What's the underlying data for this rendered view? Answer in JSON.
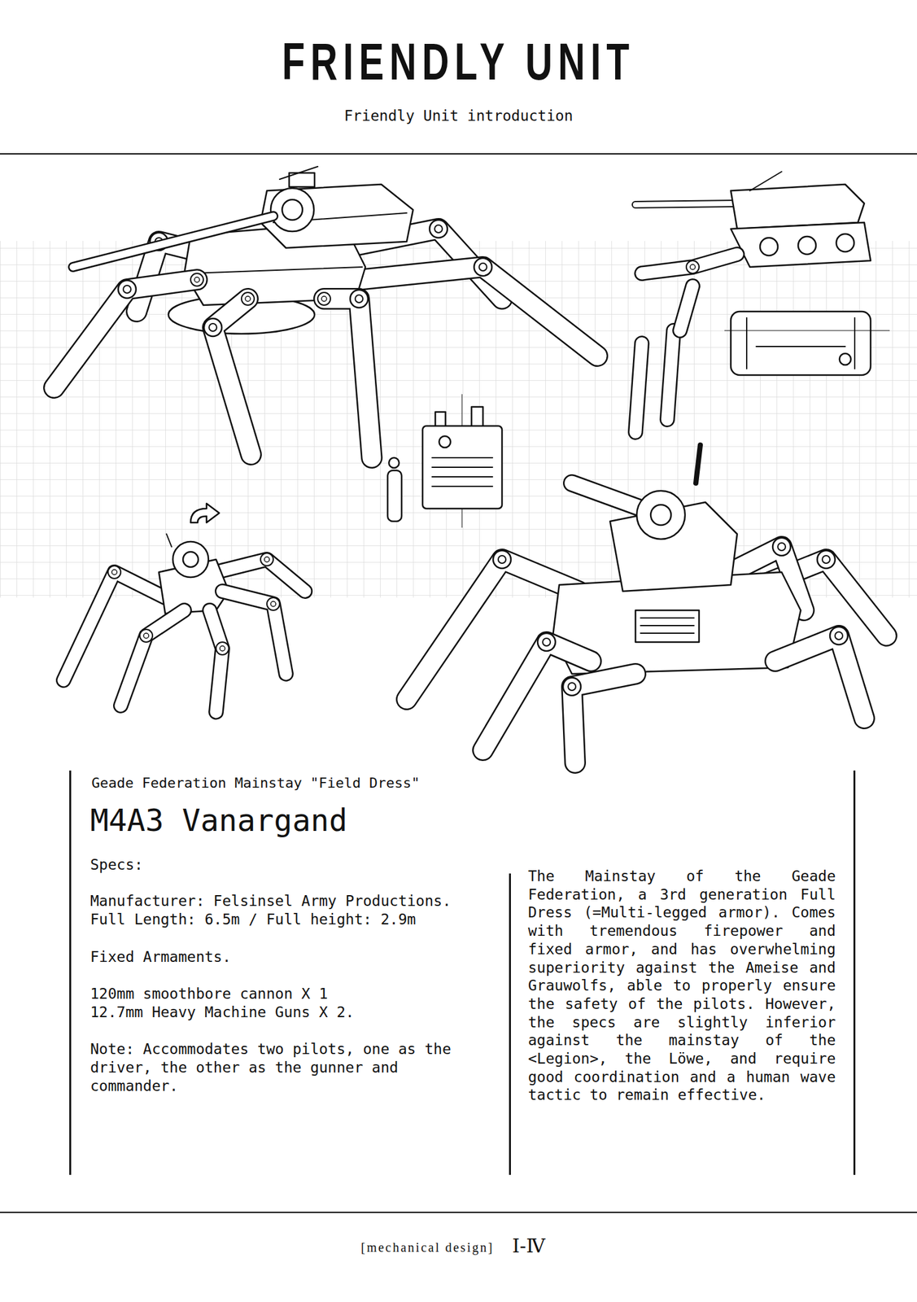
{
  "diagram": {
    "title": "FRIENDLY UNIT",
    "labels": [
      "Friendly Unit introduction",
      "Geade Federation Mainstay \"Field Dress\"",
      "M4A3 Vanargand",
      "Specs:",
      "Manufacturer: Felsinsel Army Productions.",
      "Full Length: 6.5m / Full height: 2.9m",
      "Fixed Armaments.",
      "120mm smoothbore cannon X 1",
      "12.7mm Heavy Machine Guns X 2.",
      "Note: Accommodates two pilots, one as the driver, the other as the gunner and commander.",
      "The Mainstay of the Geade Federation, a 3rd generation Full Dress (=Multi-legged armor). Comes with tremendous firepower and fixed armor, and has overwhelming superiority against the Ameise and Grauwolfs, able to properly ensure the safety of the pilots. However, the specs are slightly inferior against the mainstay of the <Legion>, the Löwe, and require good coordination and a human wave tactic to remain effective.",
      "[mechanical design]",
      "I-Ⅳ"
    ]
  }
}
